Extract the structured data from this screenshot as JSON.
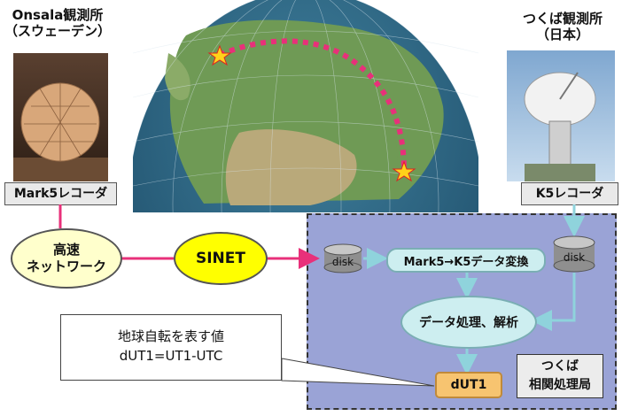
{
  "onsala": {
    "title_line1": "Onsala観測所",
    "title_line2": "（スウェーデン）",
    "recorder": "Mark5レコーダ"
  },
  "tsukuba": {
    "title_line1": "つくば観測所",
    "title_line2": "（日本）",
    "recorder": "K5レコーダ"
  },
  "network": {
    "line1": "高速",
    "line2": "ネットワーク"
  },
  "sinet": "SINET",
  "disk_left": "disk",
  "disk_right": "disk",
  "conversion": "Mark5→K5データ変換",
  "processing": "データ処理、解析",
  "result": "dUT1",
  "correlator": {
    "line1": "つくば",
    "line2": "相関処理局"
  },
  "callout": {
    "line1": "地球自転を表す値",
    "line2": "dUT1=UT1-UTC"
  },
  "colors": {
    "link": "#e8307a",
    "panel": "#9aa3d6",
    "sinet": "#ffff00",
    "network": "#ffffcc",
    "result": "#f7c470",
    "cyan_box": "#cdeef0"
  }
}
